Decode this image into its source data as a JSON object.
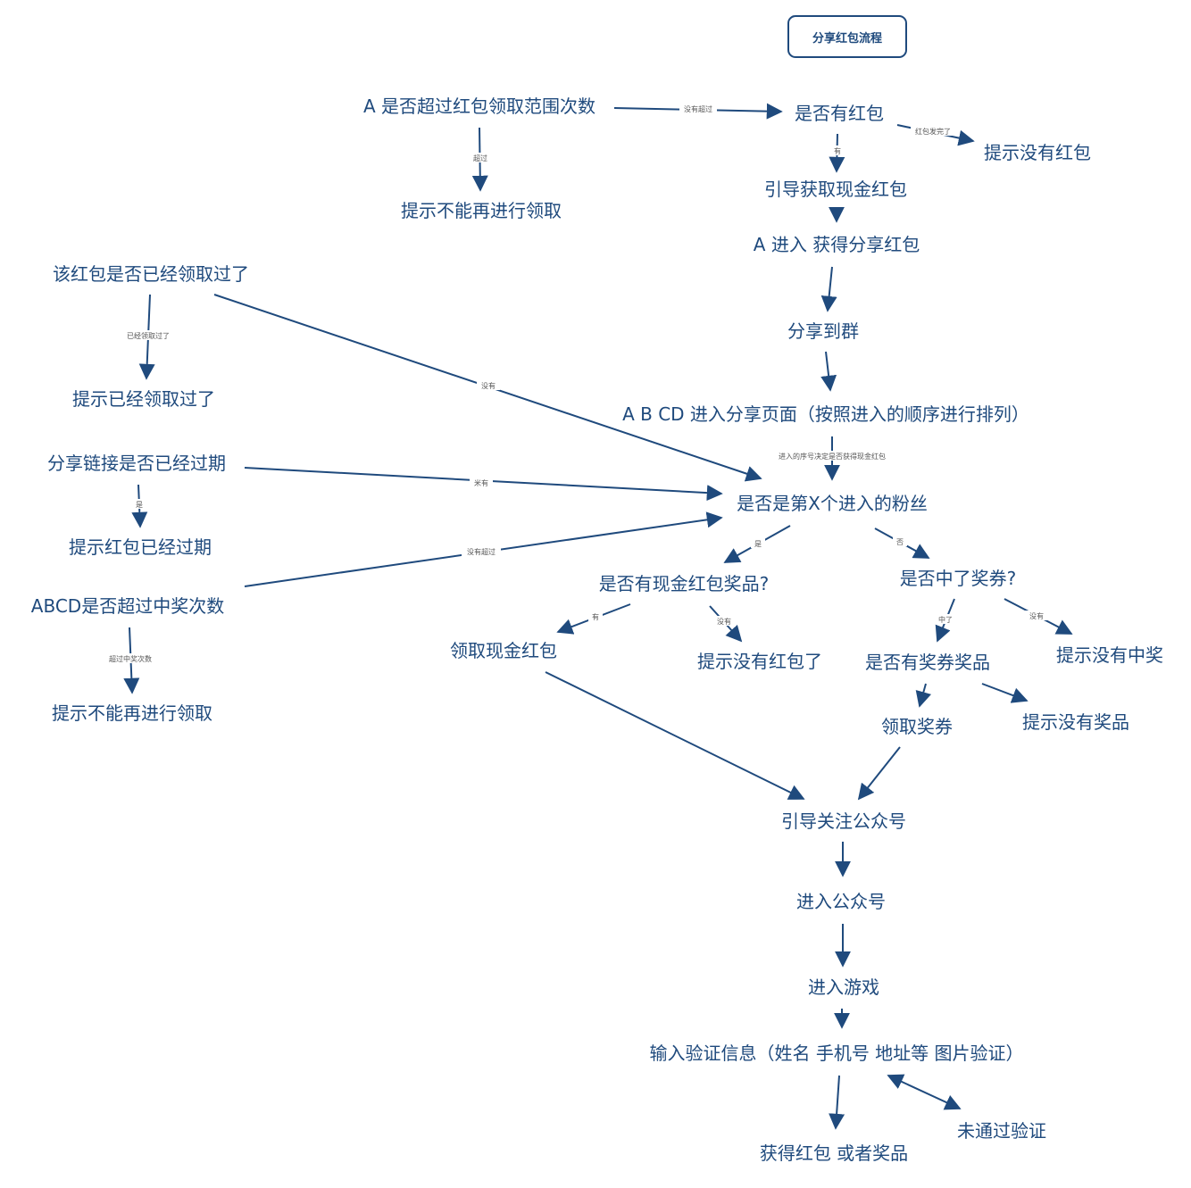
{
  "title": "分享红包流程",
  "nodes": {
    "a_exceed": "A 是否超过红包领取范围次数",
    "has_rp": "是否有红包",
    "tip_no_rp": "提示没有红包",
    "tip_cannot_1": "提示不能再进行领取",
    "guide_cash": "引导获取现金红包",
    "a_enter": "A 进入 获得分享红包",
    "share_group": "分享到群",
    "abcd_enter": "A B CD 进入分享页面（按照进入的顺序进行排列）",
    "already_claimed_q": "该红包是否已经领取过了",
    "tip_already_claimed": "提示已经领取过了",
    "link_expired_q": "分享链接是否已经过期",
    "tip_expired": "提示红包已经过期",
    "abcd_exceed": "ABCD是否超过中奖次数",
    "tip_cannot_2": "提示不能再进行领取",
    "is_xth_fan": "是否是第X个进入的粉丝",
    "has_cash_prize": "是否有现金红包奖品?",
    "won_coupon": "是否中了奖券?",
    "claim_cash": "领取现金红包",
    "tip_no_rp_left": "提示没有红包了",
    "has_coupon_prize": "是否有奖券奖品",
    "tip_not_won": "提示没有中奖",
    "claim_coupon": "领取奖券",
    "tip_no_prize": "提示没有奖品",
    "guide_follow": "引导关注公众号",
    "enter_account": "进入公众号",
    "enter_game": "进入游戏",
    "input_verify": "输入验证信息（姓名 手机号 地址等 图片验证）",
    "get_reward": "获得红包 或者奖品",
    "verify_failed": "未通过验证"
  },
  "edge_labels": {
    "not_exceeded": "没有超过",
    "exceeded": "超过",
    "rp_done": "红包发完了",
    "has": "有",
    "already": "已经领取过了",
    "none_1": "没有",
    "order_decides": "进入的序号决定是否获得现金红包",
    "none_2": "米有",
    "yes_1": "是",
    "not_exceeded_2": "没有超过",
    "exceed_win": "超过中奖次数",
    "yes_2": "是",
    "no": "否",
    "has_2": "有",
    "none_3": "没有",
    "won": "中了",
    "none_4": "没有"
  },
  "colors": {
    "primary": "#1f4a7d",
    "label": "#555555"
  }
}
